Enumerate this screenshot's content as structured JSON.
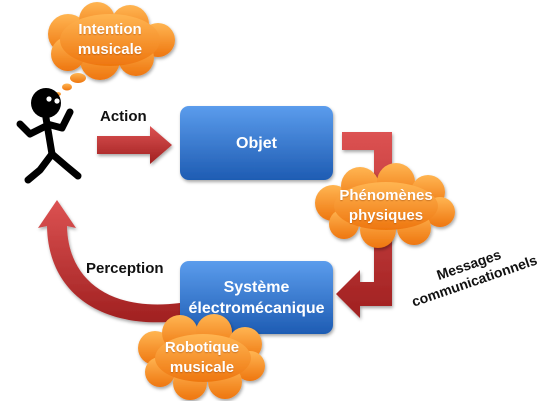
{
  "nodes": {
    "objet": "Objet",
    "systeme": "Système\nélectromécanique"
  },
  "clouds": {
    "intention": "Intention\nmusicale",
    "phenomenes": "Phénomènes\nphysiques",
    "robotique": "Robotique\nmusicale"
  },
  "edges": {
    "action": "Action",
    "perception": "Perception",
    "messages": "Messages\ncommunicationnels"
  },
  "colors": {
    "box_top": "#4f8fe0",
    "box_bottom": "#1f5fb8",
    "cloud_top": "#ffae4a",
    "cloud_bottom": "#f07b12",
    "arrow_top": "#d94a4a",
    "arrow_bottom": "#9e1f1f"
  }
}
